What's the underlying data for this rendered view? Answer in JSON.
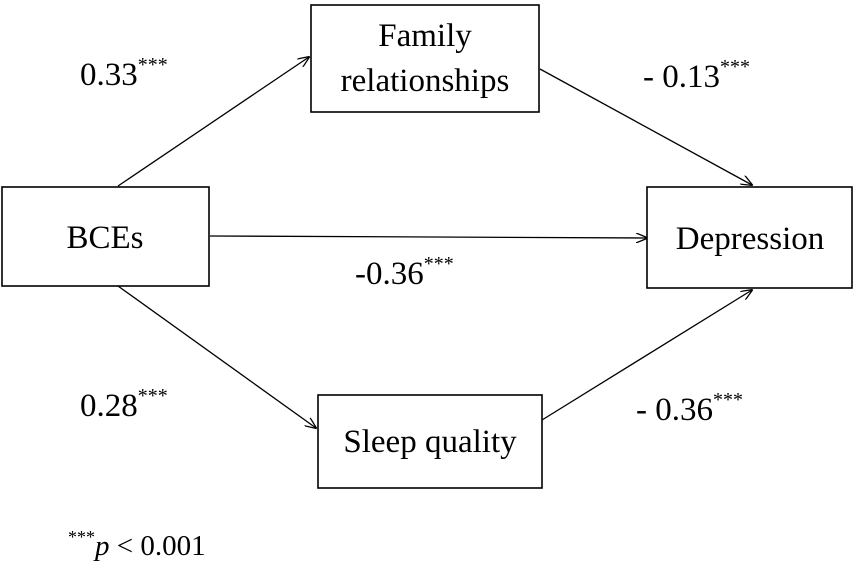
{
  "nodes": {
    "bces": {
      "label": "BCEs"
    },
    "family": {
      "label_line1": "Family",
      "label_line2": "relationships"
    },
    "sleep": {
      "label": "Sleep quality"
    },
    "depression": {
      "label": "Depression"
    }
  },
  "edges": {
    "bces_to_family": {
      "coef": "0.33",
      "sig": "***"
    },
    "family_to_depression": {
      "coef": "- 0.13",
      "sig": "***"
    },
    "bces_to_depression": {
      "coef": "-0.36",
      "sig": "***"
    },
    "bces_to_sleep": {
      "coef": "0.28",
      "sig": "***"
    },
    "sleep_to_depression": {
      "coef": "- 0.36",
      "sig": "***"
    }
  },
  "note": {
    "sig": "***",
    "p_symbol": "p",
    "text": " < 0.001"
  }
}
